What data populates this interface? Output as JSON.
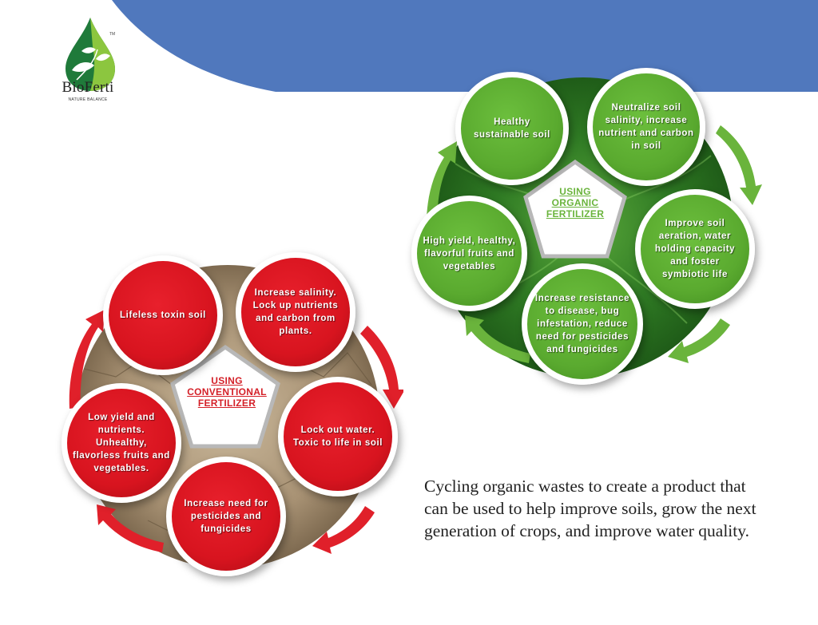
{
  "brand": {
    "name": "BioFerti",
    "tagline": "NATURE BALANCE",
    "trademark": "TM",
    "logo_icon": "leaf-drop-icon"
  },
  "colors": {
    "banner_blue": "#5078bd",
    "organic_green": "#5aaa2f",
    "conventional_red": "#d8141f",
    "caption_text": "#222222"
  },
  "organic_cycle": {
    "center_lines": [
      "USING",
      "ORGANIC",
      "FERTILIZER"
    ],
    "bubbles": [
      {
        "text": "Healthy sustainable soil"
      },
      {
        "text": "Neutralize soil salinity, increase nutrient and carbon in soil"
      },
      {
        "text": "Improve soil aeration, water holding capacity and foster symbiotic life"
      },
      {
        "text": "Increase resistance to disease, bug infestation, reduce need for pesticides and fungicides"
      },
      {
        "text": "High yield, healthy, flavorful fruits and vegetables"
      }
    ]
  },
  "conventional_cycle": {
    "center_lines": [
      "USING",
      "CONVENTIONAL",
      "FERTILIZER"
    ],
    "bubbles": [
      {
        "text": "Lifeless toxin soil"
      },
      {
        "text": "Increase salinity. Lock up nutrients and carbon from plants."
      },
      {
        "text": "Lock out water. Toxic to life in soil"
      },
      {
        "text": "Increase need for pesticides and fungicides"
      },
      {
        "text": "Low yield and nutrients. Unhealthy, flavorless fruits and vegetables."
      }
    ]
  },
  "caption": "Cycling organic wastes to create a product that can be used to help improve soils, grow the next generation of crops, and improve water quality."
}
